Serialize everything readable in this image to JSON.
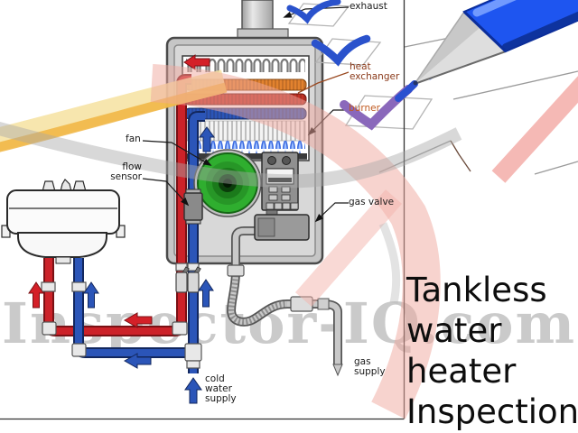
{
  "diagram": {
    "labels": {
      "exhaust": "exhaust",
      "heat_exchanger": "heat\nexchanger",
      "burner": "burner",
      "fan": "fan",
      "flow_sensor": "flow\nsensor",
      "gas_valve": "gas valve",
      "gas_supply": "gas\nsupply",
      "cold_water_supply": "cold\nwater\nsupply"
    },
    "checklist": {
      "checkbox_count": 3,
      "checked_count": 3
    }
  },
  "caption": {
    "text": "Tankless\nwater\nheater\nInspection"
  },
  "watermark": {
    "text": "Inspector-IQ.com"
  },
  "colors": {
    "hot_water_red": "#cc2229",
    "cold_water_blue": "#2b55b8",
    "flame_blue": "#3a6ae0",
    "fan_green": "#2fae2f",
    "checkmark_blue": "#2a52cc",
    "checkmark_purple": "#8a68bb",
    "pen_blue": "#1e55f0",
    "heat_exchanger_label": "#8a3a1a",
    "burner_label": "#c05a20",
    "watermark_gray": "#bdbdbd",
    "swoosh_pink": "#f0a79e",
    "swoosh_yellow": "#f0b23a"
  }
}
